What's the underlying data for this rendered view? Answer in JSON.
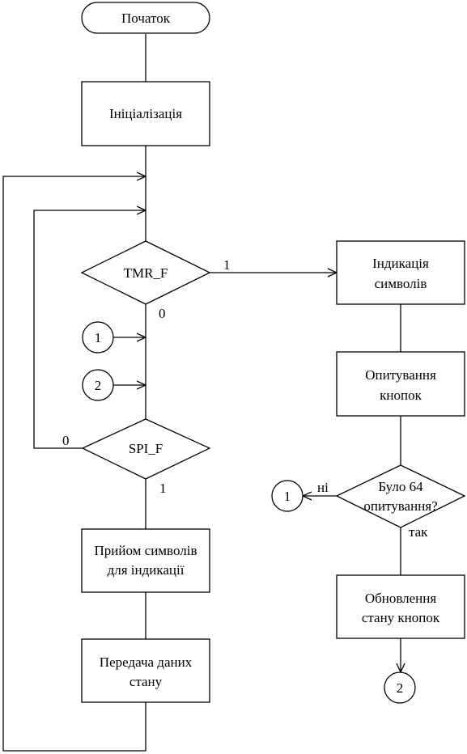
{
  "start": {
    "label": "Початок"
  },
  "init": {
    "label": "Ініціалізація"
  },
  "tmr_decision": {
    "label": "TMR_F",
    "yes": "1",
    "no": "0"
  },
  "spi_decision": {
    "label": "SPI_F",
    "yes": "1",
    "no": "0"
  },
  "connector_1": {
    "label": "1"
  },
  "connector_2": {
    "label": "2"
  },
  "receive_symbols": {
    "line1": "Прийом символів",
    "line2": "для індикації"
  },
  "send_state": {
    "line1": "Передача даних",
    "line2": "стану"
  },
  "indicate_symbols": {
    "line1": "Індикація",
    "line2": "символів"
  },
  "poll_buttons": {
    "line1": "Опитування",
    "line2": "кнопок"
  },
  "poll64_decision": {
    "line1": "Було 64",
    "line2": "опитування?",
    "yes": "так",
    "no": "ні"
  },
  "connector_1_out": {
    "label": "1"
  },
  "update_buttons": {
    "line1": "Обновлення",
    "line2": "стану кнопок"
  },
  "connector_2_out": {
    "label": "2"
  }
}
